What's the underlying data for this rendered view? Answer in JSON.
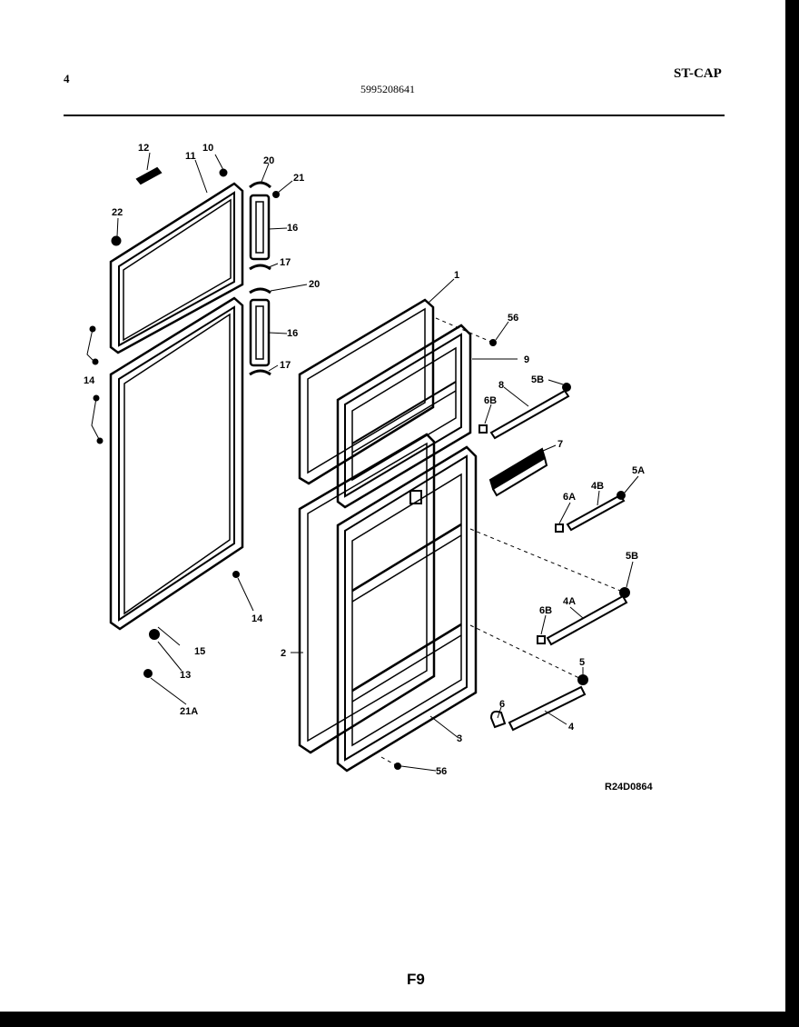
{
  "header": {
    "page_number": "4",
    "document_number": "5995208641",
    "model_code": "ST-CAP"
  },
  "diagram": {
    "reference_code": "R24D0864",
    "figure_label": "F9",
    "callouts": {
      "c12": "12",
      "c11": "11",
      "c10": "10",
      "c20a": "20",
      "c21": "21",
      "c22": "22",
      "c16a": "16",
      "c17a": "17",
      "c20b": "20",
      "c16b": "16",
      "c17b": "17",
      "c14a": "14",
      "c14b": "14",
      "c15": "15",
      "c13": "13",
      "c21A": "21A",
      "c1": "1",
      "c56a": "56",
      "c9": "9",
      "c8": "8",
      "c5Ba": "5B",
      "c6Ba": "6B",
      "c7": "7",
      "c5A": "5A",
      "c4B": "4B",
      "c6A": "6A",
      "c5Bb": "5B",
      "c6Bb": "6B",
      "c4A": "4A",
      "c2": "2",
      "c5": "5",
      "c6": "6",
      "c4": "4",
      "c3": "3",
      "c56b": "56"
    }
  }
}
